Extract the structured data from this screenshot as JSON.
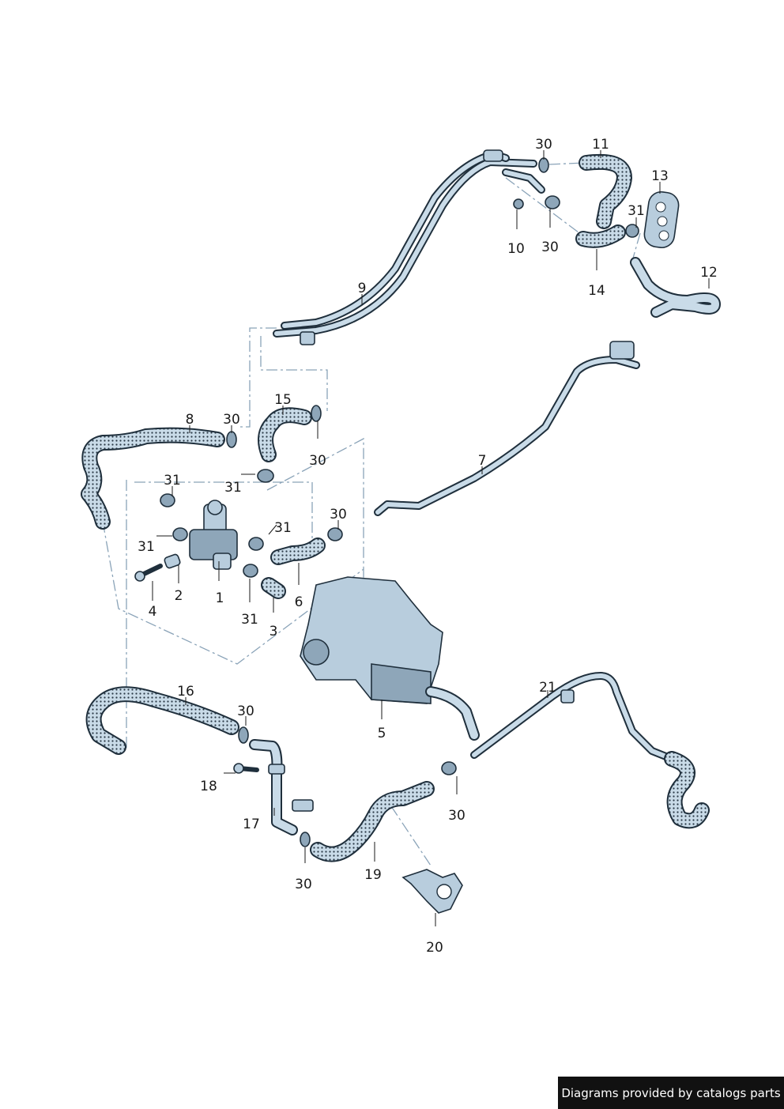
{
  "callouts": [
    {
      "id": "c30a",
      "text": "30"
    },
    {
      "id": "c11",
      "text": "11"
    },
    {
      "id": "c13",
      "text": "13"
    },
    {
      "id": "c31a",
      "text": "31"
    },
    {
      "id": "c10",
      "text": "10"
    },
    {
      "id": "c30b",
      "text": "30"
    },
    {
      "id": "c12",
      "text": "12"
    },
    {
      "id": "c14",
      "text": "14"
    },
    {
      "id": "c9",
      "text": "9"
    },
    {
      "id": "c15",
      "text": "15"
    },
    {
      "id": "c8",
      "text": "8"
    },
    {
      "id": "c30c",
      "text": "30"
    },
    {
      "id": "c30d",
      "text": "30"
    },
    {
      "id": "c7",
      "text": "7"
    },
    {
      "id": "c31b",
      "text": "31"
    },
    {
      "id": "c31c",
      "text": "31"
    },
    {
      "id": "c30e",
      "text": "30"
    },
    {
      "id": "c31d",
      "text": "31"
    },
    {
      "id": "c31e",
      "text": "31"
    },
    {
      "id": "c4",
      "text": "4"
    },
    {
      "id": "c2",
      "text": "2"
    },
    {
      "id": "c1",
      "text": "1"
    },
    {
      "id": "c6",
      "text": "6"
    },
    {
      "id": "c31f",
      "text": "31"
    },
    {
      "id": "c3",
      "text": "3"
    },
    {
      "id": "c5",
      "text": "5"
    },
    {
      "id": "c21",
      "text": "21"
    },
    {
      "id": "c16",
      "text": "16"
    },
    {
      "id": "c30f",
      "text": "30"
    },
    {
      "id": "c18",
      "text": "18"
    },
    {
      "id": "c17",
      "text": "17"
    },
    {
      "id": "c30g",
      "text": "30"
    },
    {
      "id": "c19",
      "text": "19"
    },
    {
      "id": "c30h",
      "text": "30"
    },
    {
      "id": "c20",
      "text": "20"
    }
  ],
  "footer": {
    "text": "Diagrams provided by catalogs parts"
  }
}
